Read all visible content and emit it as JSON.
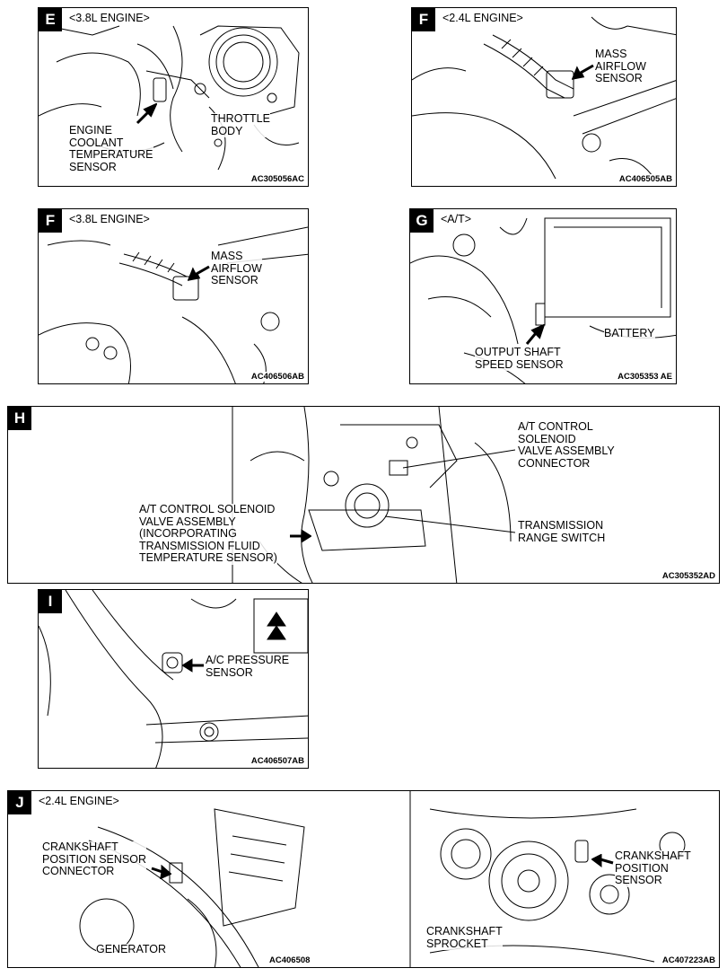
{
  "panels": {
    "e": {
      "letter": "E",
      "heading": "<3.8L ENGINE>",
      "labels": [
        "ENGINE\nCOOLANT\nTEMPERATURE\nSENSOR",
        "THROTTLE\nBODY"
      ],
      "code": "AC305056AC"
    },
    "f1": {
      "letter": "F",
      "heading": "<2.4L ENGINE>",
      "labels": [
        "MASS\nAIRFLOW\nSENSOR"
      ],
      "code": "AC406505AB"
    },
    "f2": {
      "letter": "F",
      "heading": "<3.8L ENGINE>",
      "labels": [
        "MASS\nAIRFLOW\nSENSOR"
      ],
      "code": "AC406506AB"
    },
    "g": {
      "letter": "G",
      "heading": "<A/T>",
      "labels": [
        "BATTERY",
        "OUTPUT SHAFT\nSPEED SENSOR"
      ],
      "code": "AC305353 AE"
    },
    "h": {
      "letter": "H",
      "labels": [
        "A/T CONTROL\nSOLENOID\nVALVE ASSEMBLY\nCONNECTOR",
        "A/T CONTROL SOLENOID\nVALVE ASSEMBLY\n(INCORPORATING\nTRANSMISSION FLUID\nTEMPERATURE SENSOR)",
        "TRANSMISSION\nRANGE SWITCH"
      ],
      "code": "AC305352AD"
    },
    "i": {
      "letter": "I",
      "labels": [
        "A/C PRESSURE\nSENSOR"
      ],
      "code": "AC406507AB"
    },
    "j": {
      "letter": "J",
      "heading": "<2.4L ENGINE>",
      "labels": [
        "CRANKSHAFT\nPOSITION SENSOR\nCONNECTOR",
        "GENERATOR",
        "CRANKSHAFT\nPOSITION\nSENSOR",
        "CRANKSHAFT\nSPROCKET"
      ],
      "codes": [
        "AC406508",
        "AC407223AB"
      ]
    }
  }
}
